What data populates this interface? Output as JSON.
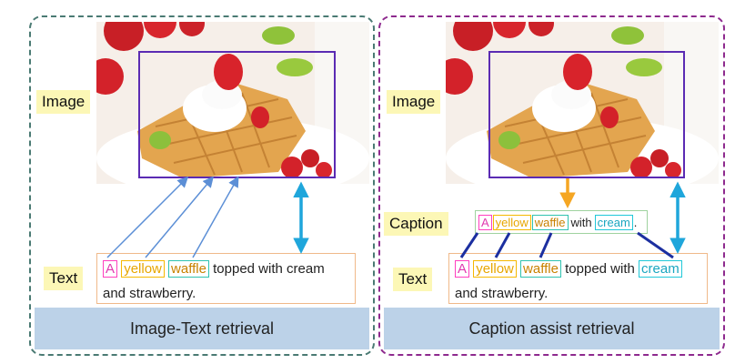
{
  "left_panel": {
    "image_label": "Image",
    "text_label": "Text",
    "text": {
      "w1": "A",
      "w2": "yellow",
      "w3": "waffle",
      "rest1": " topped with cream",
      "line2": "and strawberry."
    },
    "footer": "Image-Text retrieval"
  },
  "right_panel": {
    "image_label": "Image",
    "caption_label": "Caption",
    "caption": {
      "w1": "A",
      "w2": "yellow",
      "w3": "waffle",
      "mid": "with",
      "w4": "cream",
      "end": "."
    },
    "text_label": "Text",
    "text": {
      "w1": "A",
      "w2": "yellow",
      "w3": "waffle",
      "mid": " topped with ",
      "w4": "cream",
      "line2": "and strawberry."
    },
    "footer": "Caption assist retrieval"
  },
  "colors": {
    "left_border": "#4a7a73",
    "right_border": "#8e2a8e",
    "footer_bg": "#bcd2e8",
    "label_bg": "#fcf7b6",
    "roi_box": "#5b2bb3",
    "arrow_cyan": "#1fa6db",
    "arrow_orange": "#f5a623",
    "link_navy": "#1c2fa0",
    "link_blue": "#5c8fd6"
  }
}
